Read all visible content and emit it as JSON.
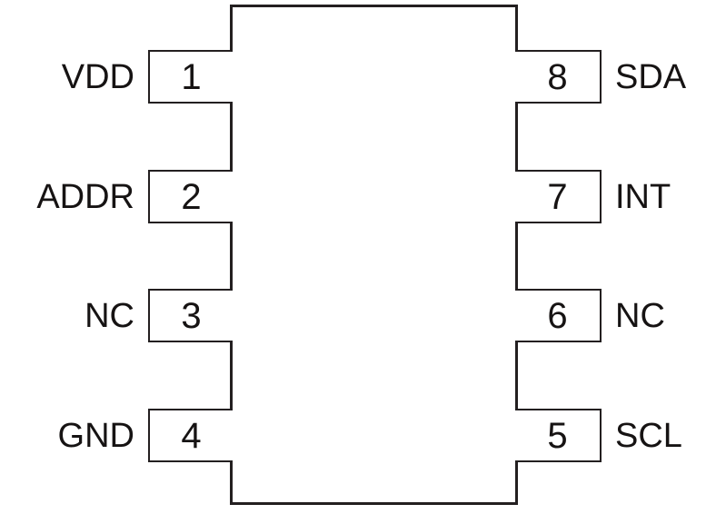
{
  "colors": {
    "line": "#231f20",
    "text": "#161313",
    "background": "#ffffff"
  },
  "chip": {
    "left_pins": [
      {
        "number": "1",
        "label": "VDD"
      },
      {
        "number": "2",
        "label": "ADDR"
      },
      {
        "number": "3",
        "label": "NC"
      },
      {
        "number": "4",
        "label": "GND"
      }
    ],
    "right_pins": [
      {
        "number": "8",
        "label": "SDA"
      },
      {
        "number": "7",
        "label": "INT"
      },
      {
        "number": "6",
        "label": "NC"
      },
      {
        "number": "5",
        "label": "SCL"
      }
    ]
  }
}
